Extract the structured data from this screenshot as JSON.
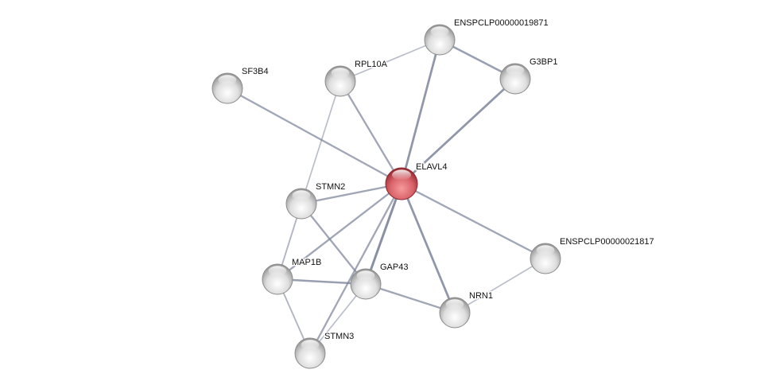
{
  "network": {
    "colors": {
      "query_node": "#d9585c",
      "node": "#dcdcdc",
      "edge": "#7a8299"
    },
    "nodes": [
      {
        "id": "ELAVL4",
        "label": "ELAVL4",
        "query": true
      },
      {
        "id": "ENSPCLP00000019871",
        "label": "ENSPCLP00000019871"
      },
      {
        "id": "G3BP1",
        "label": "G3BP1"
      },
      {
        "id": "RPL10A",
        "label": "RPL10A"
      },
      {
        "id": "SF3B4",
        "label": "SF3B4"
      },
      {
        "id": "STMN2",
        "label": "STMN2"
      },
      {
        "id": "ENSPCLP00000021817",
        "label": "ENSPCLP00000021817"
      },
      {
        "id": "MAP1B",
        "label": "MAP1B"
      },
      {
        "id": "GAP43",
        "label": "GAP43"
      },
      {
        "id": "NRN1",
        "label": "NRN1"
      },
      {
        "id": "STMN3",
        "label": "STMN3"
      }
    ],
    "edges": [
      {
        "source": "RPL10A",
        "target": "ENSPCLP00000019871",
        "strength": 0.3
      },
      {
        "source": "ENSPCLP00000019871",
        "target": "G3BP1",
        "strength": 0.7
      },
      {
        "source": "ENSPCLP00000019871",
        "target": "ELAVL4",
        "strength": 0.8
      },
      {
        "source": "G3BP1",
        "target": "ELAVL4",
        "strength": 0.8
      },
      {
        "source": "RPL10A",
        "target": "ELAVL4",
        "strength": 0.6
      },
      {
        "source": "RPL10A",
        "target": "STMN2",
        "strength": 0.3
      },
      {
        "source": "SF3B4",
        "target": "ELAVL4",
        "strength": 0.6
      },
      {
        "source": "STMN2",
        "target": "ELAVL4",
        "strength": 0.6
      },
      {
        "source": "STMN2",
        "target": "MAP1B",
        "strength": 0.4
      },
      {
        "source": "STMN2",
        "target": "GAP43",
        "strength": 0.6
      },
      {
        "source": "MAP1B",
        "target": "ELAVL4",
        "strength": 0.6
      },
      {
        "source": "MAP1B",
        "target": "GAP43",
        "strength": 0.7
      },
      {
        "source": "MAP1B",
        "target": "STMN3",
        "strength": 0.4
      },
      {
        "source": "GAP43",
        "target": "ELAVL4",
        "strength": 0.9
      },
      {
        "source": "GAP43",
        "target": "NRN1",
        "strength": 0.6
      },
      {
        "source": "GAP43",
        "target": "STMN3",
        "strength": 0.3
      },
      {
        "source": "STMN3",
        "target": "ELAVL4",
        "strength": 0.6
      },
      {
        "source": "NRN1",
        "target": "ELAVL4",
        "strength": 0.8
      },
      {
        "source": "NRN1",
        "target": "ENSPCLP00000021817",
        "strength": 0.3
      },
      {
        "source": "ENSPCLP00000021817",
        "target": "ELAVL4",
        "strength": 0.6
      }
    ]
  }
}
